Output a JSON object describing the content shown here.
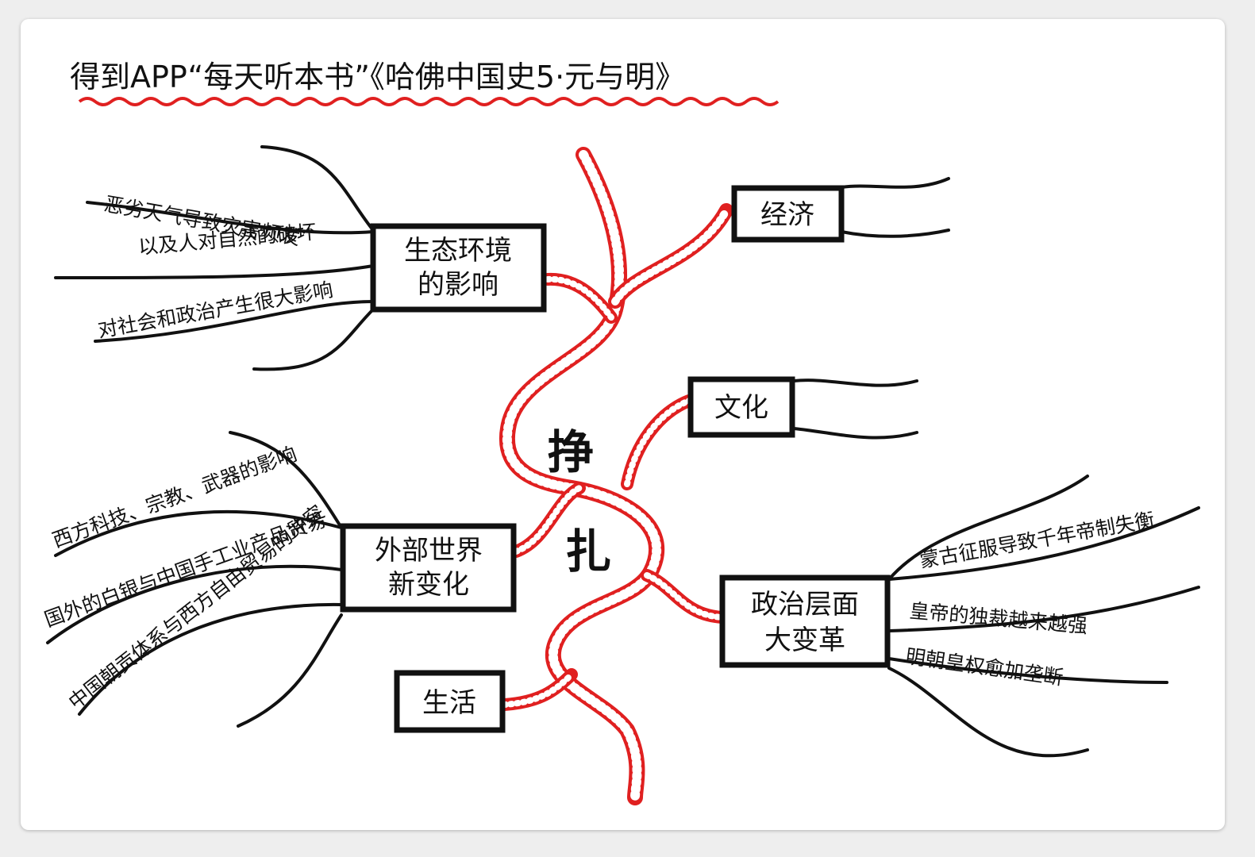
{
  "title": "得到APP“每天听本书”《哈佛中国史5·元与明》",
  "center": [
    "挣",
    "扎"
  ],
  "colors": {
    "accent": "#e02020",
    "ink": "#111111",
    "card": "#ffffff"
  },
  "nodes": {
    "ecology": {
      "lines": [
        "生态环境",
        "的影响"
      ]
    },
    "economy": {
      "lines": [
        "经济"
      ]
    },
    "culture": {
      "lines": [
        "文化"
      ]
    },
    "outside": {
      "lines": [
        "外部世界",
        "新变化"
      ]
    },
    "politics": {
      "lines": [
        "政治层面",
        "大变革"
      ]
    },
    "life": {
      "lines": [
        "生活"
      ]
    }
  },
  "branches": {
    "ecology": [
      "恶劣天气导致灾害频发",
      "以及人对自然的破坏",
      "对社会和政治产生很大影响"
    ],
    "outside": [
      "西方科技、宗教、武器的影响",
      "国外的白银与中国手工业产品贸易",
      "中国朝贡体系与西方自由贸易的冲突"
    ],
    "politics": [
      "蒙古征服导致千年帝制失衡",
      "皇帝的独裁越来越强",
      "明朝皇权愈加垄断"
    ]
  }
}
